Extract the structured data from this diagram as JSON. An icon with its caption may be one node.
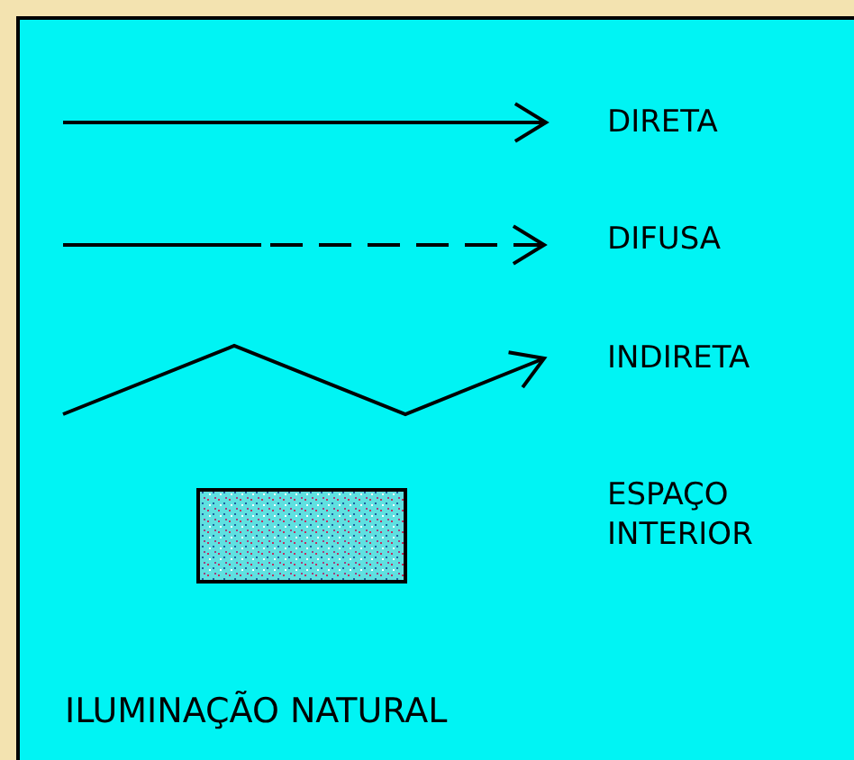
{
  "diagram": {
    "caption": "ILUMINAÇÃO NATURAL",
    "legend": [
      {
        "text": "DIRETA"
      },
      {
        "text": "DIFUSA"
      },
      {
        "text": "INDIRETA"
      },
      {
        "text": "ESPAÇO INTERIOR"
      }
    ]
  }
}
